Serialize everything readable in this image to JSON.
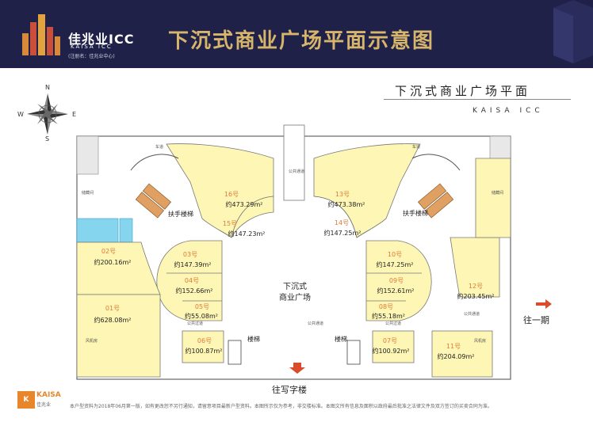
{
  "header": {
    "logo_cn": "佳兆业ICC",
    "logo_en": "KAISA ICC",
    "logo_tag": "(注册名：佳兆业中心)",
    "title": "下沉式商业广场平面示意图"
  },
  "plan": {
    "title": "下沉式商业广场平面",
    "subtitle": "KAISA ICC",
    "center_label_1": "下沉式",
    "center_label_2": "商业广场",
    "escalator_left": "扶手楼梯",
    "escalator_right": "扶手楼梯",
    "stairs_left": "楼梯",
    "stairs_right": "楼梯",
    "to_writing_building": "往写字楼",
    "to_phase_one": "往一期",
    "small_labels": [
      "车道",
      "车道",
      "公共通道",
      "公共通道",
      "公共过道",
      "公共过道",
      "公共通道",
      "风机房",
      "风机房",
      "储藏间",
      "储藏间"
    ]
  },
  "compass": {
    "n": "N",
    "s": "S",
    "e": "E",
    "w": "W"
  },
  "units": [
    {
      "id": "16号",
      "area": "约473.29m²"
    },
    {
      "id": "15号",
      "area": "约147.23m²"
    },
    {
      "id": "13号",
      "area": "约473.38m²"
    },
    {
      "id": "14号",
      "area": "约147.25m²"
    },
    {
      "id": "03号",
      "area": "约147.39m²"
    },
    {
      "id": "04号",
      "area": "约152.66m²"
    },
    {
      "id": "05号",
      "area": "约55.08m²"
    },
    {
      "id": "10号",
      "area": "约147.25m²"
    },
    {
      "id": "09号",
      "area": "约152.61m²"
    },
    {
      "id": "08号",
      "area": "约55.18m²"
    },
    {
      "id": "02号",
      "area": "约200.16m²"
    },
    {
      "id": "01号",
      "area": "约628.08m²"
    },
    {
      "id": "06号",
      "area": "约100.87m²"
    },
    {
      "id": "07号",
      "area": "约100.92m²"
    },
    {
      "id": "11号",
      "area": "约204.09m²"
    },
    {
      "id": "12号",
      "area": "约203.45m²"
    }
  ],
  "footer": {
    "brand": "KAISA",
    "brand_cn": "佳兆业",
    "note": "本户型资料为2018年06月第一版，如有更改恕不另行通知，请留意项目最新户型资料。本图所示仅为参考，非交楼标准。本图文所有信息及面积以政府最后批准之法律文件及双方签订的买卖合同为准。"
  },
  "colors": {
    "header_bg": "#1f2149",
    "gold": "#d7b56b",
    "unit_fill": "#fdf6b4",
    "unit_number": "#e07a3a",
    "arrow": "#d94d2a"
  }
}
